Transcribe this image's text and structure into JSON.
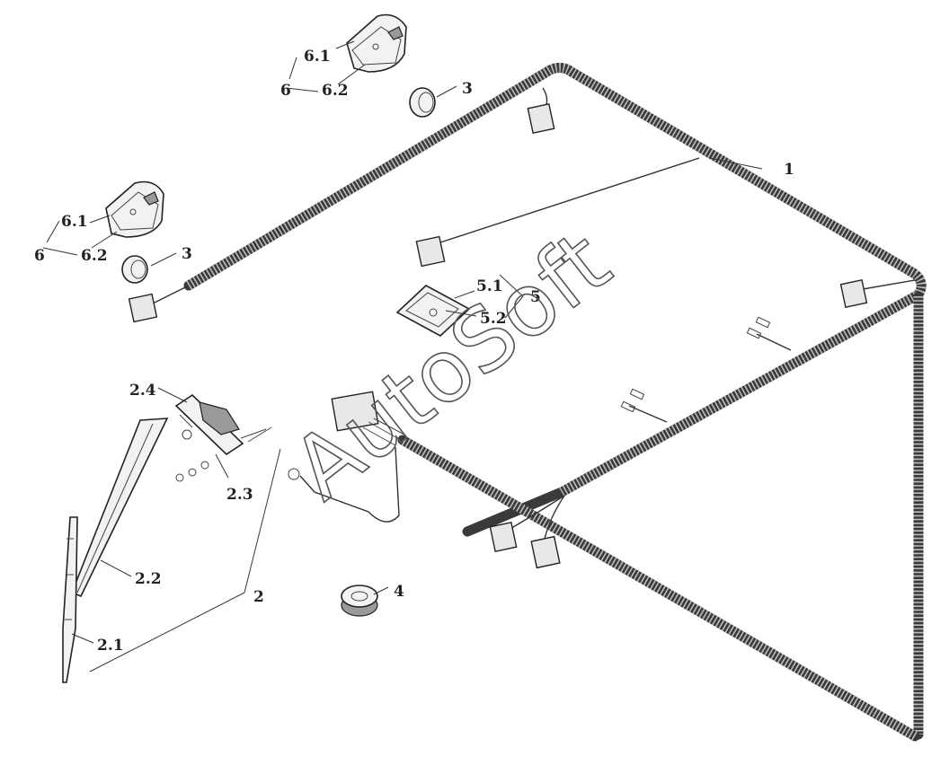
{
  "watermark": "AutoSoft",
  "callouts": {
    "c1": "1",
    "c2": "2",
    "c2_1": "2.1",
    "c2_2": "2.2",
    "c2_3": "2.3",
    "c2_4": "2.4",
    "c3_top": "3",
    "c3_left": "3",
    "c4": "4",
    "c5": "5",
    "c5_1": "5.1",
    "c5_2": "5.2",
    "c6_top": "6",
    "c6_1_top": "6.1",
    "c6_2_top": "6.2",
    "c6_left": "6",
    "c6_1_left": "6.1",
    "c6_2_left": "6.2"
  }
}
